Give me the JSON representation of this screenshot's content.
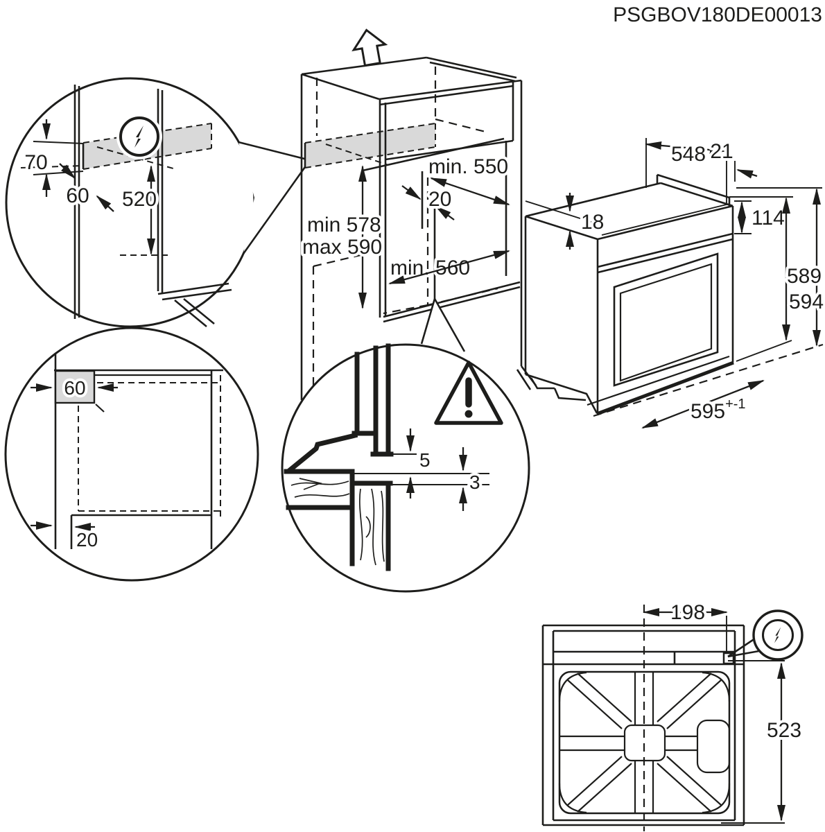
{
  "title": "PSGBOV180DE00013",
  "colors": {
    "line": "#1d1d1b",
    "shade": "#d9d9d9",
    "background": "#ffffff"
  },
  "icons": {
    "electrical_top": "lightning-bolt-circle",
    "electrical_rear": "lightning-bolt-circle",
    "warning": "exclamation-warning-triangle",
    "direction": "removal-up-arrow"
  },
  "labels": {
    "detail_electrical": {
      "height_70": "70",
      "offset_60": "60",
      "depth_520": "520"
    },
    "cabinet": {
      "width_min": "min. 550",
      "back_gap_20": "20",
      "height_min": "min 578",
      "height_max": "max 590",
      "depth_min": "min. 560"
    },
    "oven": {
      "depth_548": "548",
      "back_21": "21",
      "rim_18": "18",
      "front_114": "114",
      "height_589": "589",
      "height_594": "594",
      "width_595": "595",
      "tolerance": "+-1"
    },
    "detail_corner": {
      "recess_60": "60",
      "gap_20": "20"
    },
    "detail_front_gap": {
      "gap_5": "5",
      "gap_3": "3"
    },
    "rear": {
      "conduit_198": "198",
      "height_523": "523"
    }
  }
}
